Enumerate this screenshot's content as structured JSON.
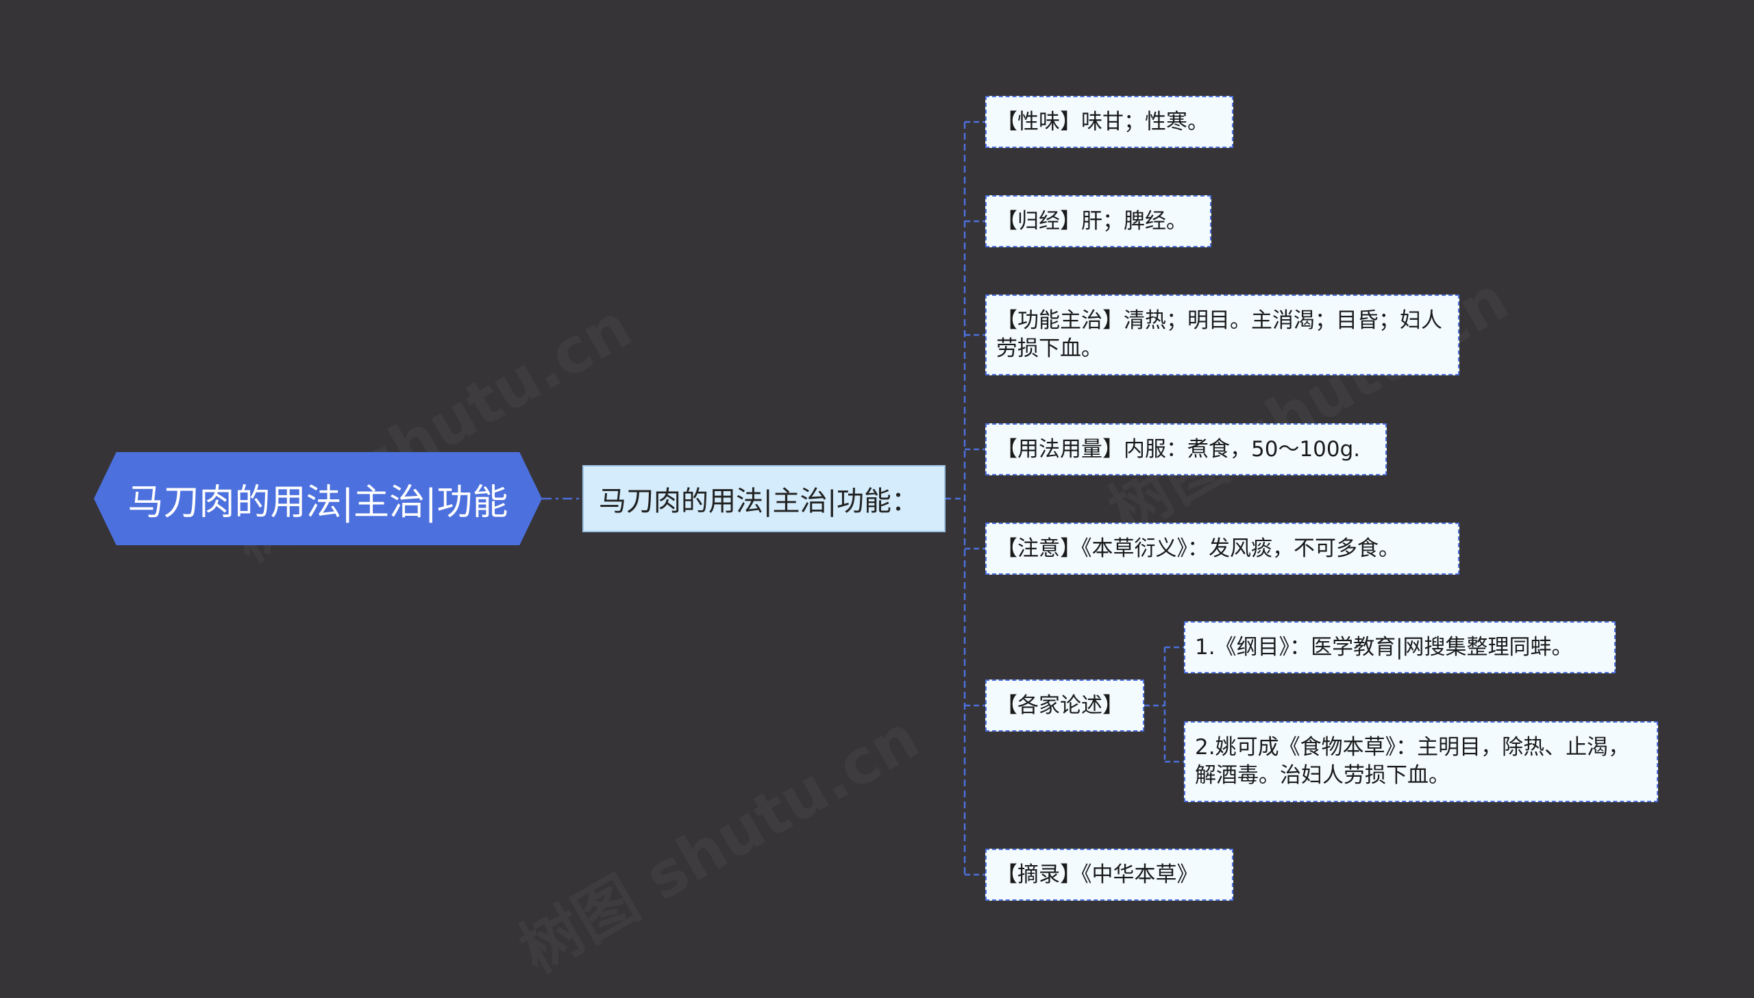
{
  "root": {
    "label": "马刀肉的用法|主治|功能"
  },
  "subtopic": {
    "label": "马刀肉的用法|主治|功能："
  },
  "items": [
    {
      "text": "【性味】味甘；性寒。"
    },
    {
      "text": "【归经】肝；脾经。"
    },
    {
      "text": "【功能主治】清热；明目。主消渴；目昏；妇人劳损下血。"
    },
    {
      "text": "【用法用量】内服：煮食，50～100g."
    },
    {
      "text": "【注意】《本草衍义》：发风痰，不可多食。"
    },
    {
      "text": "【各家论述】"
    },
    {
      "text": "【摘录】《中华本草》"
    }
  ],
  "children": [
    {
      "text": "1.《纲目》：医学教育|网搜集整理同蚌。"
    },
    {
      "text": "2.姚可成《食物本草》：主明目，除热、止渴，解酒毒。治妇人劳损下血。"
    }
  ],
  "watermarks": [
    "树图 shutu.cn",
    "树图 shutu.cn",
    "树图 shutu.cn"
  ],
  "colors": {
    "background": "#363436",
    "root": "#4c70dd",
    "subtopic": "#d4ecfb",
    "leaf": "#f3fbff",
    "connector": "#4c70dd"
  }
}
